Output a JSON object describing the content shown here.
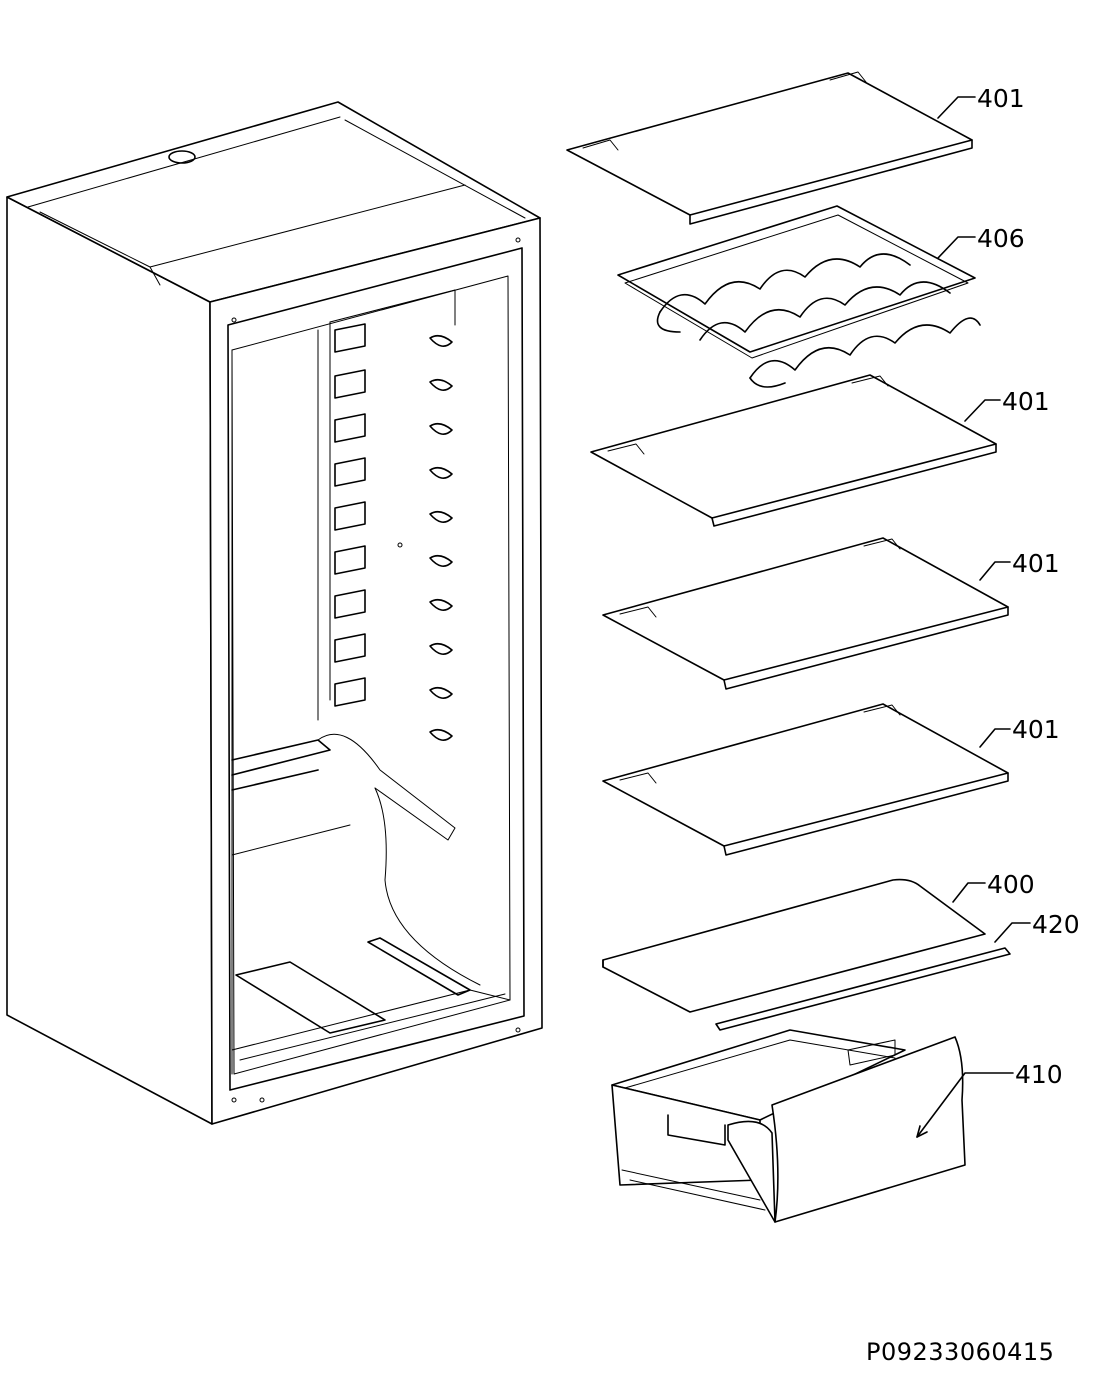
{
  "callouts": [
    {
      "label": "401"
    },
    {
      "label": "406"
    },
    {
      "label": "401"
    },
    {
      "label": "401"
    },
    {
      "label": "401"
    },
    {
      "label": "400"
    },
    {
      "label": "420"
    },
    {
      "label": "410"
    }
  ],
  "drawing_code": "P09233060415"
}
